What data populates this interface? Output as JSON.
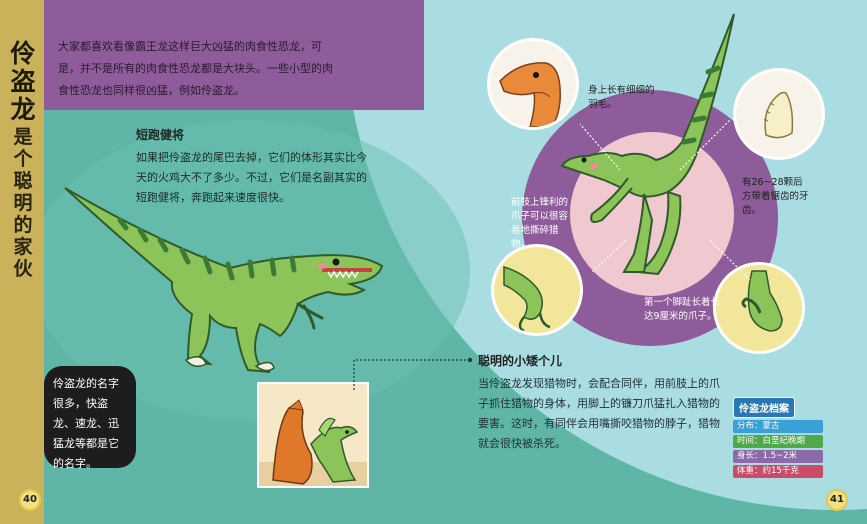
{
  "left_page": {
    "title": {
      "main": "伶盗龙",
      "sub": "是个聪明的家伙"
    },
    "intro": "大家都喜欢看像霸王龙这样巨大凶猛的肉食性恐龙，可是，并不是所有的肉食性恐龙都是大块头。一些小型的肉食性恐龙也同样很凶猛，例如伶盗龙。",
    "section1": {
      "title": "短跑健将",
      "text": "如果把伶盗龙的尾巴去掉，它们的体形其实比今天的火鸡大不了多少。不过，它们是名副其实的短跑健将，奔跑起来速度很快。"
    },
    "note": "伶盗龙的名字很多，快盗龙、速龙、迅猛龙等都是它的名字。",
    "page_number": "40"
  },
  "right_page": {
    "callouts": {
      "feathers": "身上长有细细的羽毛。",
      "teeth": "有26~28颗后方带着锯齿的牙齿。",
      "claws": "前肢上锋利的爪子可以很容易地撕碎猎物。",
      "toe": "第一个脚趾长着长达9厘米的爪子。"
    },
    "section2": {
      "title": "聪明的小矮个儿",
      "text": "当伶盗龙发现猎物时，会配合同伴，用前肢上的爪子抓住猎物的身体，用脚上的镰刀爪猛扎入猎物的要害。这时，有同伴会用嘴撕咬猎物的脖子，猎物就会很快被杀死。"
    },
    "profile": {
      "title": "伶盗龙档案",
      "rows": [
        {
          "label": "分布：蒙古",
          "color": "#3aa0d8"
        },
        {
          "label": "时间：白垩纪晚期",
          "color": "#4fa84a"
        },
        {
          "label": "身长：1.5~2米",
          "color": "#8a6aa8"
        },
        {
          "label": "体重：约15千克",
          "color": "#cc4a6a"
        }
      ]
    },
    "page_number": "41"
  },
  "colors": {
    "spine": "#c9b25a",
    "purple": "#8e5c9a",
    "teal": "#5fb6a6",
    "light_blue": "#a9dde2",
    "dino_green": "#8cc45a",
    "stripe": "#3d7a35"
  }
}
